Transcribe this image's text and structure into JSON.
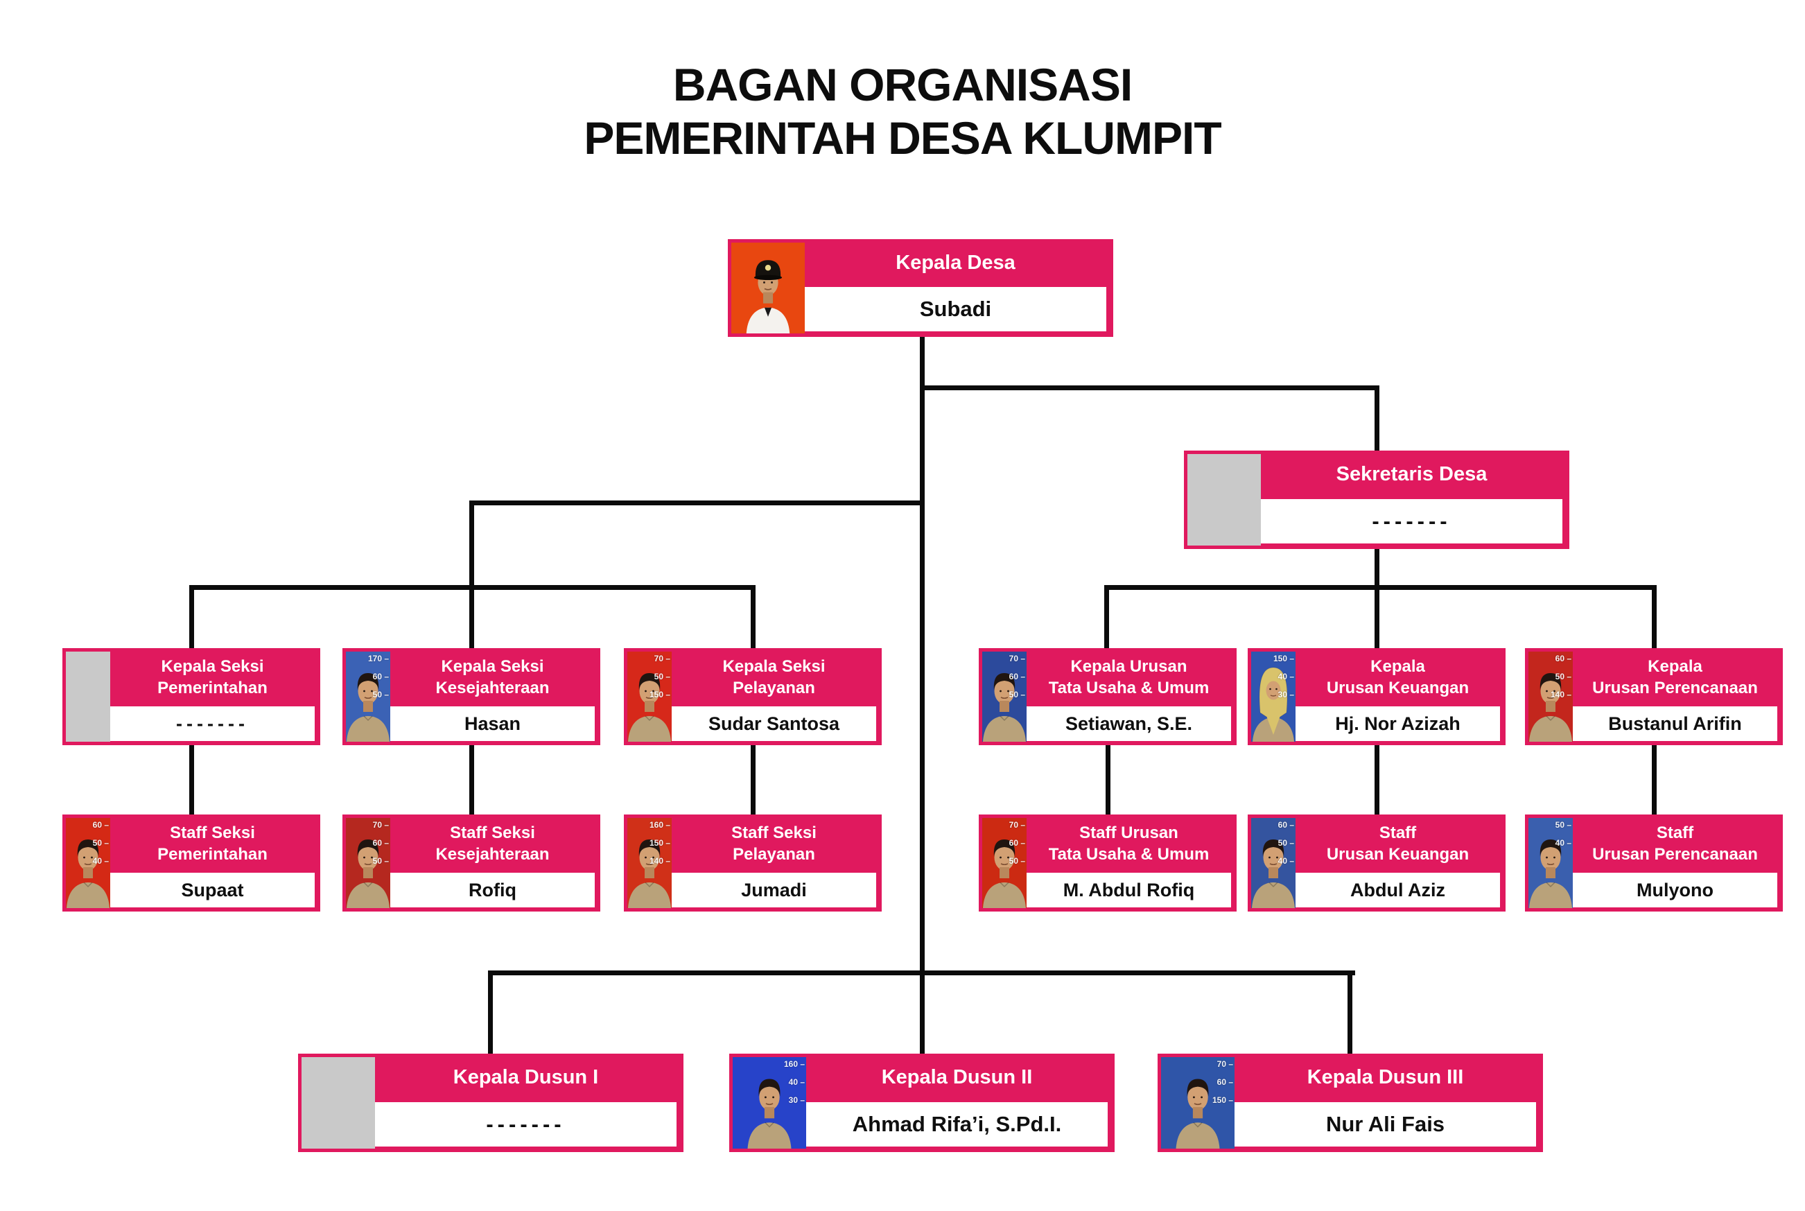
{
  "title": {
    "line1": "BAGAN ORGANISASI",
    "line2": "PEMERINTAH DESA KLUMPIT"
  },
  "colors": {
    "pink": "#E0195E",
    "line": "#0B0B0B",
    "photo_placeholder": "#C9C9C9",
    "card_text": "#FFFFFF",
    "name_text": "#0F0F0F"
  },
  "cards": [
    {
      "id": "kepala-desa",
      "title": [
        "Kepala Desa"
      ],
      "name": "Subadi",
      "photo": {
        "style": "man-cap",
        "bg": "#E84710",
        "shirt": "#F4F2EE",
        "marks": []
      }
    },
    {
      "id": "sekretaris-desa",
      "title": [
        "Sekretaris Desa"
      ],
      "name": "-------",
      "photo": {
        "style": "placeholder"
      }
    },
    {
      "id": "kasi-pemerintahan",
      "title": [
        "Kepala Seksi",
        "Pemerintahan"
      ],
      "name": "-------",
      "photo": {
        "style": "placeholder"
      }
    },
    {
      "id": "kasi-kesejahteraan",
      "title": [
        "Kepala Seksi",
        "Kesejahteraan"
      ],
      "name": "Hasan",
      "photo": {
        "style": "man",
        "bg": "#3B62B5",
        "shirt": "#B9A27A",
        "marks": [
          "170",
          "60",
          "50"
        ]
      }
    },
    {
      "id": "kasi-pelayanan",
      "title": [
        "Kepala Seksi",
        "Pelayanan"
      ],
      "name": "Sudar Santosa",
      "photo": {
        "style": "man",
        "bg": "#D6281A",
        "shirt": "#B9A27A",
        "marks": [
          "70",
          "50",
          "150"
        ]
      }
    },
    {
      "id": "kaur-tata-usaha-umum",
      "title": [
        "Kepala Urusan",
        "Tata Usaha & Umum"
      ],
      "name": "Setiawan, S.E.",
      "photo": {
        "style": "man",
        "bg": "#2C4A9C",
        "shirt": "#B9A27A",
        "marks": [
          "70",
          "60",
          "50"
        ]
      }
    },
    {
      "id": "kaur-keuangan",
      "title": [
        "Kepala",
        "Urusan Keuangan"
      ],
      "name": "Hj. Nor Azizah",
      "photo": {
        "style": "woman-hijab",
        "bg": "#2F55B0",
        "shirt": "#B9A27A",
        "hijab": "#D9C36B",
        "marks": [
          "150",
          "40",
          "30"
        ]
      }
    },
    {
      "id": "kaur-perencanaan",
      "title": [
        "Kepala",
        "Urusan Perencanaan"
      ],
      "name": "Bustanul Arifin",
      "photo": {
        "style": "man",
        "bg": "#C3261D",
        "shirt": "#B9A27A",
        "marks": [
          "60",
          "50",
          "140"
        ]
      }
    },
    {
      "id": "staff-pemerintahan",
      "title": [
        "Staff Seksi",
        "Pemerintahan"
      ],
      "name": "Supaat",
      "photo": {
        "style": "man",
        "bg": "#D42915",
        "shirt": "#B9A27A",
        "marks": [
          "60",
          "50",
          "40"
        ]
      }
    },
    {
      "id": "staff-kesejahteraan",
      "title": [
        "Staff Seksi",
        "Kesejahteraan"
      ],
      "name": "Rofiq",
      "photo": {
        "style": "man",
        "bg": "#B5281F",
        "shirt": "#B9A27A",
        "marks": [
          "70",
          "60",
          "50"
        ]
      }
    },
    {
      "id": "staff-pelayanan",
      "title": [
        "Staff Seksi",
        "Pelayanan"
      ],
      "name": "Jumadi",
      "photo": {
        "style": "man",
        "bg": "#D03018",
        "shirt": "#B9A27A",
        "marks": [
          "160",
          "150",
          "140"
        ]
      }
    },
    {
      "id": "staff-tata-usaha-umum",
      "title": [
        "Staff Urusan",
        "Tata Usaha & Umum"
      ],
      "name": "M. Abdul Rofiq",
      "photo": {
        "style": "man",
        "bg": "#CC2A12",
        "shirt": "#B9A27A",
        "marks": [
          "70",
          "60",
          "50"
        ]
      }
    },
    {
      "id": "staff-keuangan",
      "title": [
        "Staff",
        "Urusan Keuangan"
      ],
      "name": "Abdul Aziz",
      "photo": {
        "style": "man",
        "bg": "#34549F",
        "shirt": "#B9A27A",
        "marks": [
          "60",
          "50",
          "40"
        ]
      }
    },
    {
      "id": "staff-perencanaan",
      "title": [
        "Staff",
        "Urusan Perencanaan"
      ],
      "name": "Mulyono",
      "photo": {
        "style": "man",
        "bg": "#3A5FAE",
        "shirt": "#B9A27A",
        "marks": [
          "50",
          "40"
        ]
      }
    },
    {
      "id": "kepala-dusun-1",
      "title": [
        "Kepala Dusun I"
      ],
      "name": "-------",
      "photo": {
        "style": "placeholder"
      }
    },
    {
      "id": "kepala-dusun-2",
      "title": [
        "Kepala Dusun II"
      ],
      "name": "Ahmad Rifa’i, S.Pd.I.",
      "photo": {
        "style": "man",
        "bg": "#2743C9",
        "shirt": "#B9A27A",
        "marks": [
          "160",
          "40",
          "30"
        ]
      }
    },
    {
      "id": "kepala-dusun-3",
      "title": [
        "Kepala Dusun III"
      ],
      "name": "Nur Ali Fais",
      "photo": {
        "style": "man",
        "bg": "#2F55A8",
        "shirt": "#B9A27A",
        "marks": [
          "70",
          "60",
          "150"
        ]
      }
    }
  ]
}
